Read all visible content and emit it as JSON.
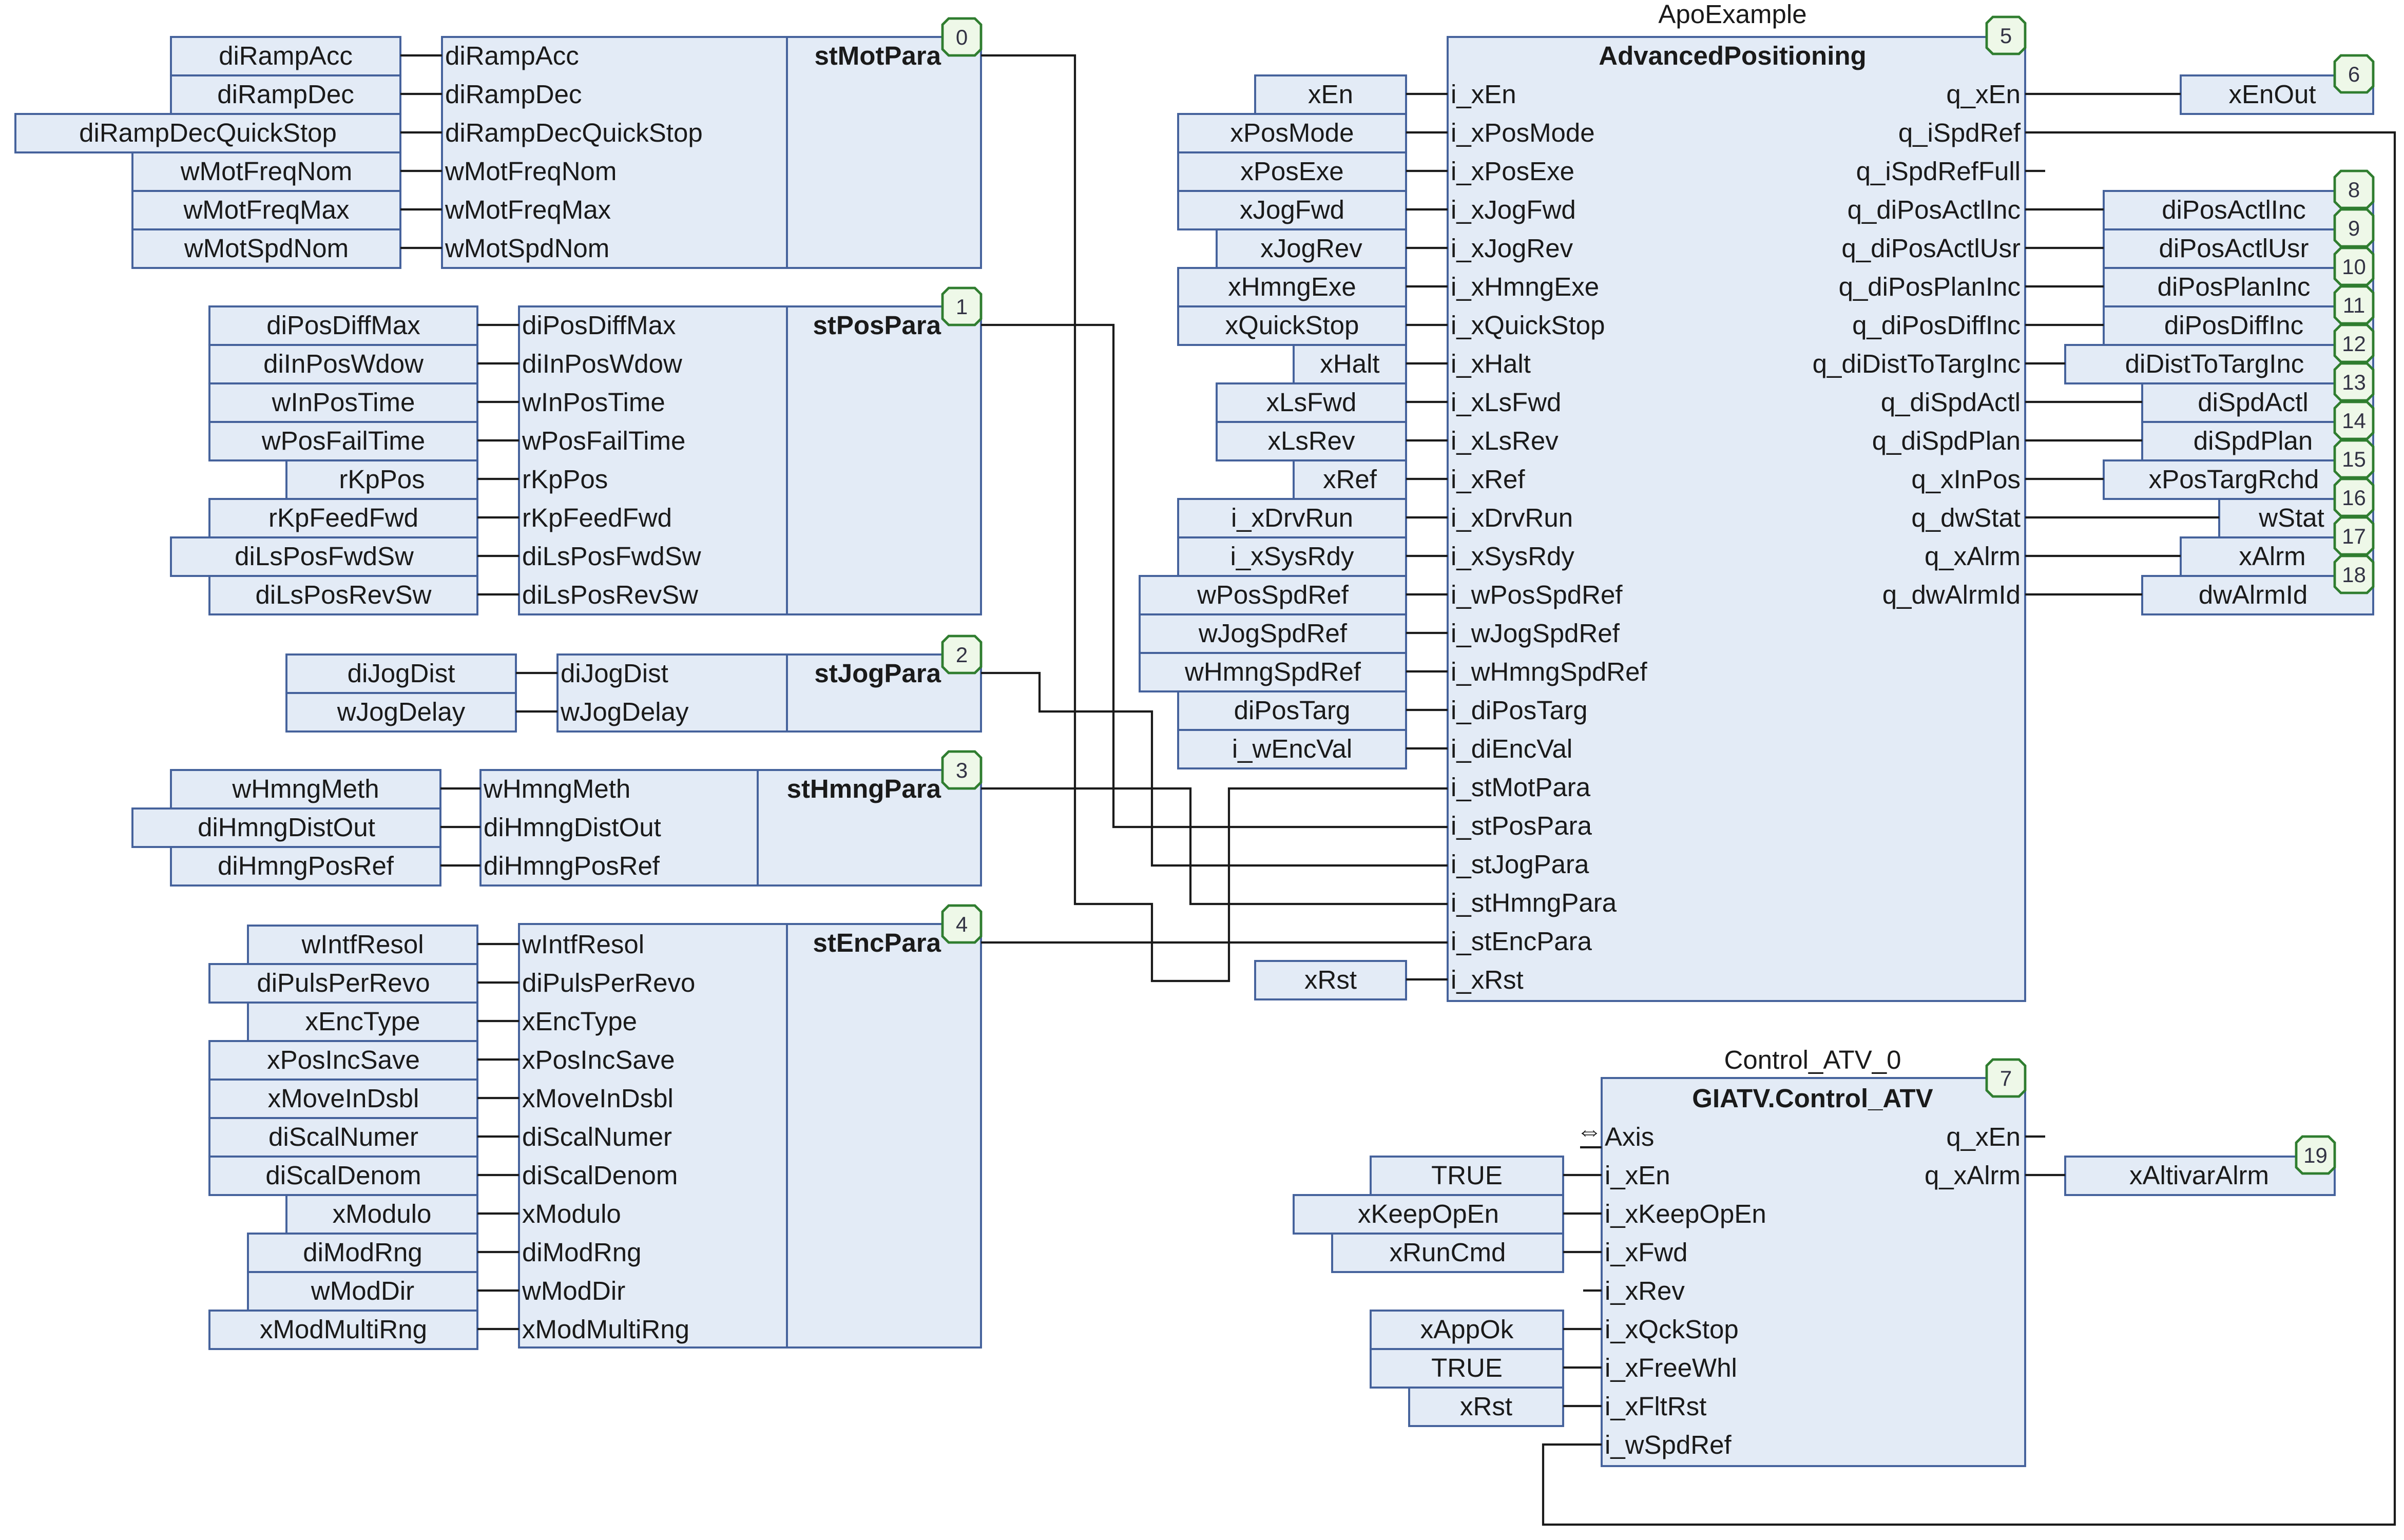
{
  "struct_blocks": [
    {
      "name": "stMotPara",
      "badge": "0",
      "vars": [
        "diRampAcc",
        "diRampDec",
        "diRampDecQuickStop",
        "wMotFreqNom",
        "wMotFreqMax",
        "wMotSpdNom"
      ],
      "pins": [
        "diRampAcc",
        "diRampDec",
        "diRampDecQuickStop",
        "wMotFreqNom",
        "wMotFreqMax",
        "wMotSpdNom"
      ]
    },
    {
      "name": "stPosPara",
      "badge": "1",
      "vars": [
        "diPosDiffMax",
        "diInPosWdow",
        "wInPosTime",
        "wPosFailTime",
        "rKpPos",
        "rKpFeedFwd",
        "diLsPosFwdSw",
        "diLsPosRevSw"
      ],
      "pins": [
        "diPosDiffMax",
        "diInPosWdow",
        "wInPosTime",
        "wPosFailTime",
        "rKpPos",
        "rKpFeedFwd",
        "diLsPosFwdSw",
        "diLsPosRevSw"
      ]
    },
    {
      "name": "stJogPara",
      "badge": "2",
      "vars": [
        "diJogDist",
        "wJogDelay"
      ],
      "pins": [
        "diJogDist",
        "wJogDelay"
      ]
    },
    {
      "name": "stHmngPara",
      "badge": "3",
      "vars": [
        "wHmngMeth",
        "diHmngDistOut",
        "diHmngPosRef"
      ],
      "pins": [
        "wHmngMeth",
        "diHmngDistOut",
        "diHmngPosRef"
      ]
    },
    {
      "name": "stEncPara",
      "badge": "4",
      "vars": [
        "wIntfResol",
        "diPulsPerRevo",
        "xEncType",
        "xPosIncSave",
        "xMoveInDsbl",
        "diScalNumer",
        "diScalDenom",
        "xModulo",
        "diModRng",
        "wModDir",
        "xModMultiRng"
      ],
      "pins": [
        "wIntfResol",
        "diPulsPerRevo",
        "xEncType",
        "xPosIncSave",
        "xMoveInDsbl",
        "diScalNumer",
        "diScalDenom",
        "xModulo",
        "diModRng",
        "wModDir",
        "xModMultiRng"
      ]
    }
  ],
  "main_block": {
    "instance": "ApoExample",
    "type": "AdvancedPositioning",
    "badge": "5",
    "inputs": [
      {
        "pin": "i_xEn",
        "var": "xEn"
      },
      {
        "pin": "i_xPosMode",
        "var": "xPosMode"
      },
      {
        "pin": "i_xPosExe",
        "var": "xPosExe"
      },
      {
        "pin": "i_xJogFwd",
        "var": "xJogFwd"
      },
      {
        "pin": "i_xJogRev",
        "var": "xJogRev"
      },
      {
        "pin": "i_xHmngExe",
        "var": "xHmngExe"
      },
      {
        "pin": "i_xQuickStop",
        "var": "xQuickStop"
      },
      {
        "pin": "i_xHalt",
        "var": "xHalt"
      },
      {
        "pin": "i_xLsFwd",
        "var": "xLsFwd"
      },
      {
        "pin": "i_xLsRev",
        "var": "xLsRev"
      },
      {
        "pin": "i_xRef",
        "var": "xRef"
      },
      {
        "pin": "i_xDrvRun",
        "var": "i_xDrvRun"
      },
      {
        "pin": "i_xSysRdy",
        "var": "i_xSysRdy"
      },
      {
        "pin": "i_wPosSpdRef",
        "var": "wPosSpdRef"
      },
      {
        "pin": "i_wJogSpdRef",
        "var": "wJogSpdRef"
      },
      {
        "pin": "i_wHmngSpdRef",
        "var": "wHmngSpdRef"
      },
      {
        "pin": "i_diPosTarg",
        "var": "diPosTarg"
      },
      {
        "pin": "i_diEncVal",
        "var": "i_wEncVal"
      },
      {
        "pin": "i_stMotPara",
        "var": null
      },
      {
        "pin": "i_stPosPara",
        "var": null
      },
      {
        "pin": "i_stJogPara",
        "var": null
      },
      {
        "pin": "i_stHmngPara",
        "var": null
      },
      {
        "pin": "i_stEncPara",
        "var": null
      },
      {
        "pin": "i_xRst",
        "var": "xRst"
      }
    ],
    "outputs": [
      {
        "pin": "q_xEn",
        "var": "xEnOut",
        "badge": "6"
      },
      {
        "pin": "q_iSpdRef",
        "var": null,
        "badge": null
      },
      {
        "pin": "q_iSpdRefFull",
        "var": null,
        "badge": null
      },
      {
        "pin": "q_diPosActlInc",
        "var": "diPosActlInc",
        "badge": "8"
      },
      {
        "pin": "q_diPosActlUsr",
        "var": "diPosActlUsr",
        "badge": "9"
      },
      {
        "pin": "q_diPosPlanInc",
        "var": "diPosPlanInc",
        "badge": "10"
      },
      {
        "pin": "q_diPosDiffInc",
        "var": "diPosDiffInc",
        "badge": "11"
      },
      {
        "pin": "q_diDistToTargInc",
        "var": "diDistToTargInc",
        "badge": "12"
      },
      {
        "pin": "q_diSpdActl",
        "var": "diSpdActl",
        "badge": "13"
      },
      {
        "pin": "q_diSpdPlan",
        "var": "diSpdPlan",
        "badge": "14"
      },
      {
        "pin": "q_xInPos",
        "var": "xPosTargRchd",
        "badge": "15"
      },
      {
        "pin": "q_dwStat",
        "var": "wStat",
        "badge": "16"
      },
      {
        "pin": "q_xAlrm",
        "var": "xAlrm",
        "badge": "17"
      },
      {
        "pin": "q_dwAlrmId",
        "var": "dwAlrmId",
        "badge": "18"
      }
    ]
  },
  "control_block": {
    "instance": "Control_ATV_0",
    "type": "GIATV.Control_ATV",
    "badge": "7",
    "inout_icon": "bidirectional-arrow-icon",
    "inout_symbol": "⇔",
    "inputs": [
      {
        "pin": "Axis",
        "var": null
      },
      {
        "pin": "i_xEn",
        "var": "TRUE"
      },
      {
        "pin": "i_xKeepOpEn",
        "var": "xKeepOpEn"
      },
      {
        "pin": "i_xFwd",
        "var": "xRunCmd"
      },
      {
        "pin": "i_xRev",
        "var": null
      },
      {
        "pin": "i_xQckStop",
        "var": "xAppOk"
      },
      {
        "pin": "i_xFreeWhl",
        "var": "TRUE"
      },
      {
        "pin": "i_xFltRst",
        "var": "xRst"
      },
      {
        "pin": "i_wSpdRef",
        "var": null
      }
    ],
    "outputs": [
      {
        "pin": "q_xEn",
        "var": null,
        "badge": null
      },
      {
        "pin": "q_xAlrm",
        "var": "xAltivarAlrm",
        "badge": "19"
      }
    ]
  },
  "colors": {
    "block_fill": "#e3ebf6",
    "block_border": "#44619b",
    "badge_border": "#2f7d2f",
    "badge_fill": "#eef8e8",
    "wire": "#1a1a1a"
  }
}
